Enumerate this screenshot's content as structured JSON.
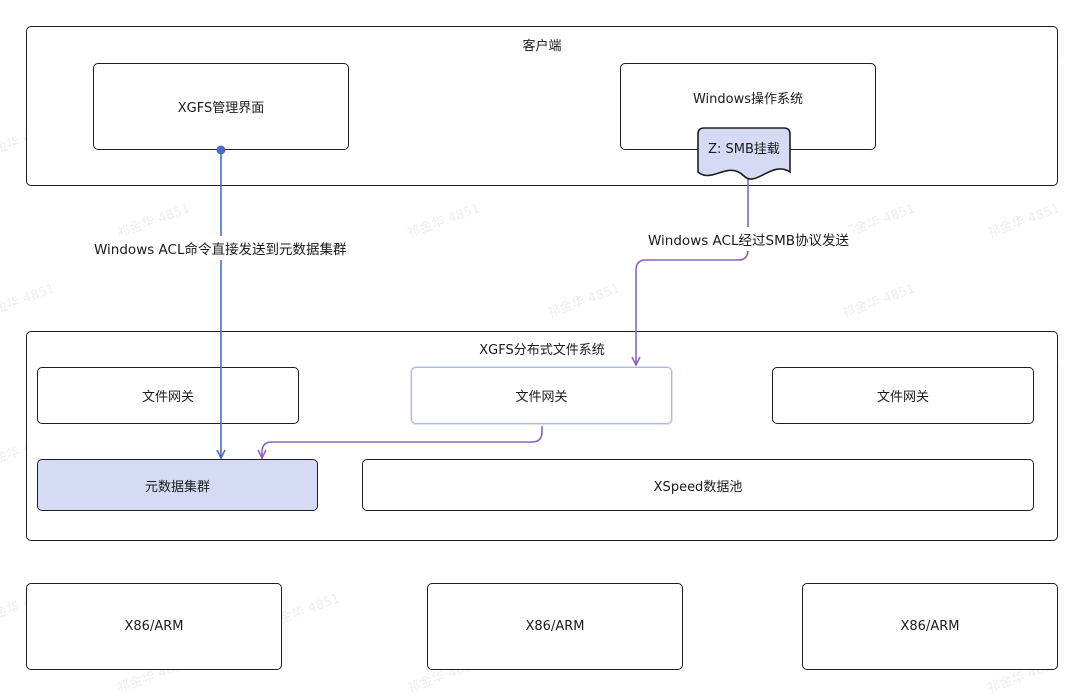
{
  "client": {
    "title": "客户端",
    "mgmt_ui": "XGFS管理界面",
    "windows_os": "Windows操作系统",
    "smb_mount": "Z: SMB挂载"
  },
  "edges": {
    "direct_label": "Windows ACL命令直接发送到元数据集群",
    "smb_label": "Windows ACL经过SMB协议发送"
  },
  "fs": {
    "title": "XGFS分布式文件系统",
    "gateway_1": "文件网关",
    "gateway_2": "文件网关",
    "gateway_3": "文件网关",
    "metadata_cluster": "元数据集群",
    "data_pool": "XSpeed数据池"
  },
  "hardware": {
    "node_1": "X86/ARM",
    "node_2": "X86/ARM",
    "node_3": "X86/ARM"
  },
  "watermark": "祁金华 4851",
  "colors": {
    "blue_edge": "#4a6cc8",
    "purple_edge": "#8a62c9",
    "highlight_fill": "#d6dbf5",
    "highlight_border": "#a9b9e8"
  }
}
